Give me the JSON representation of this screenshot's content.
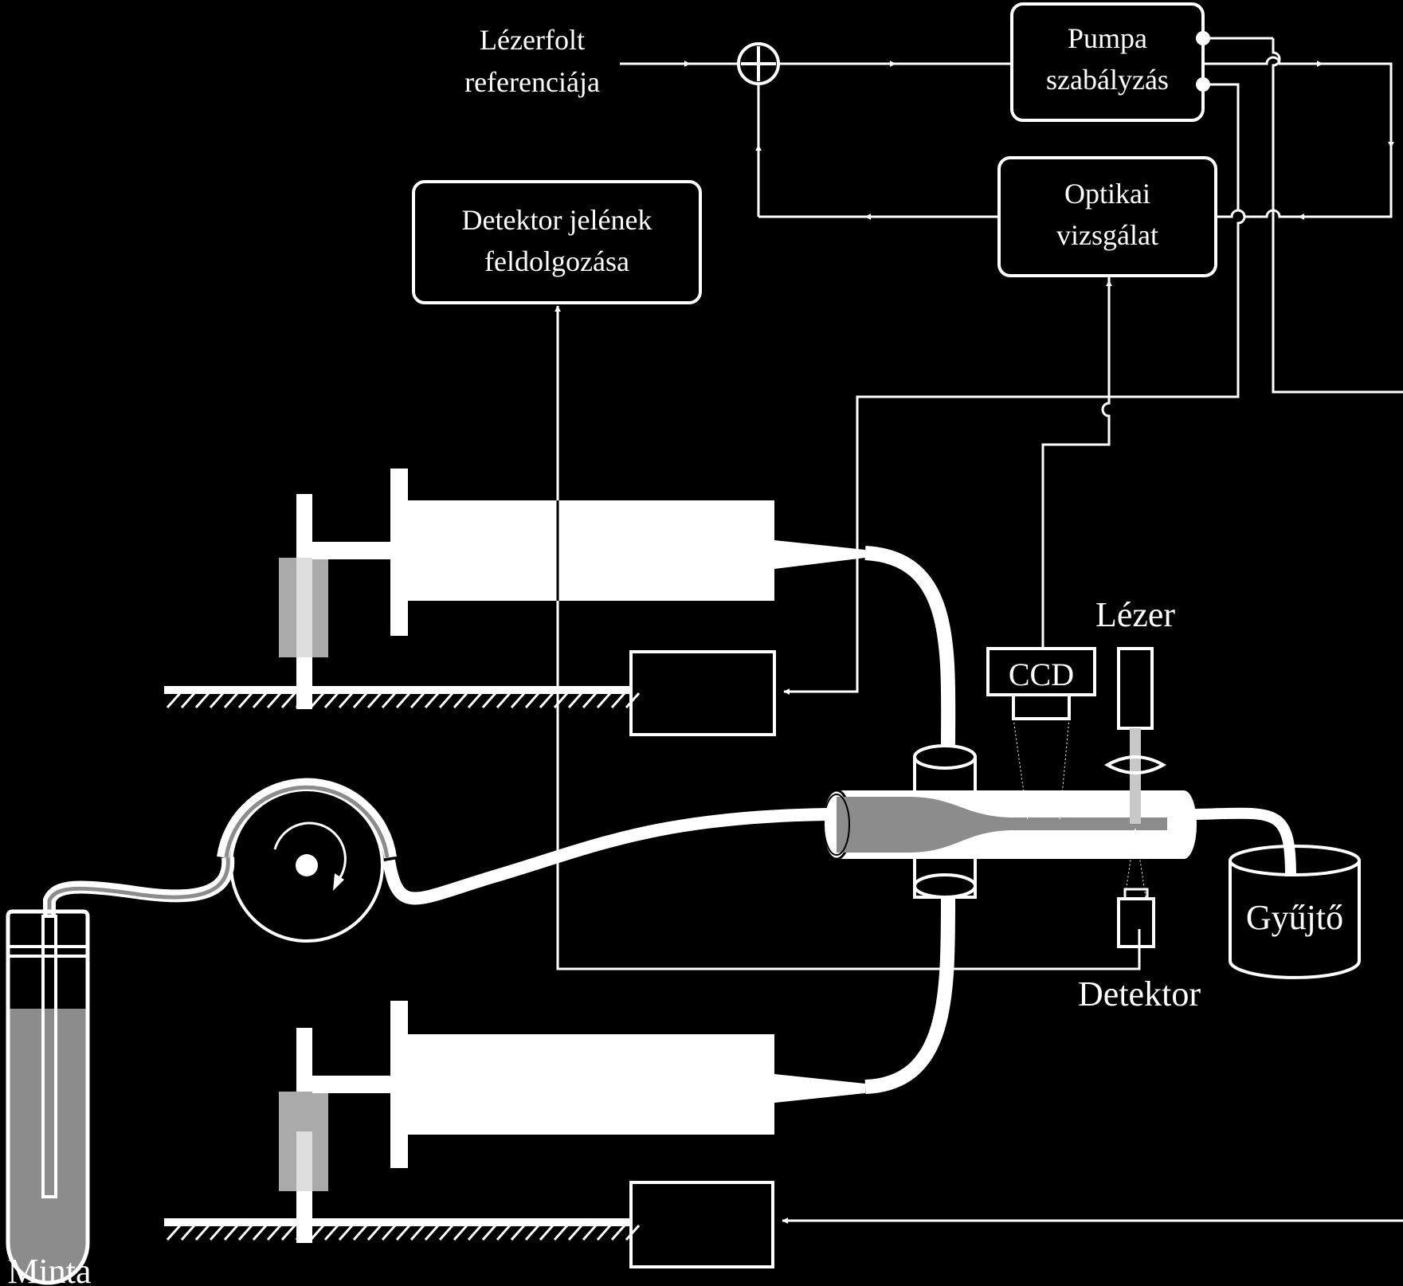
{
  "diagram": {
    "labels": {
      "laser_reference_line1": "Lézerfolt",
      "laser_reference_line2": "referenciája",
      "pump_control_line1": "Pumpa",
      "pump_control_line2": "szabályzás",
      "optical_inspection_line1": "Optikai",
      "optical_inspection_line2": "vizsgálat",
      "detector_processing_line1": "Detektor jelének",
      "detector_processing_line2": "feldolgozása",
      "laser": "Lézer",
      "ccd": "CCD",
      "detector": "Detektor",
      "collector": "Gyűjtő",
      "sample": "Minta"
    },
    "colors": {
      "background": "#000000",
      "foreground": "#ffffff",
      "fluid": "#8c8c8c",
      "fluid_light": "#c8c8c8"
    }
  }
}
